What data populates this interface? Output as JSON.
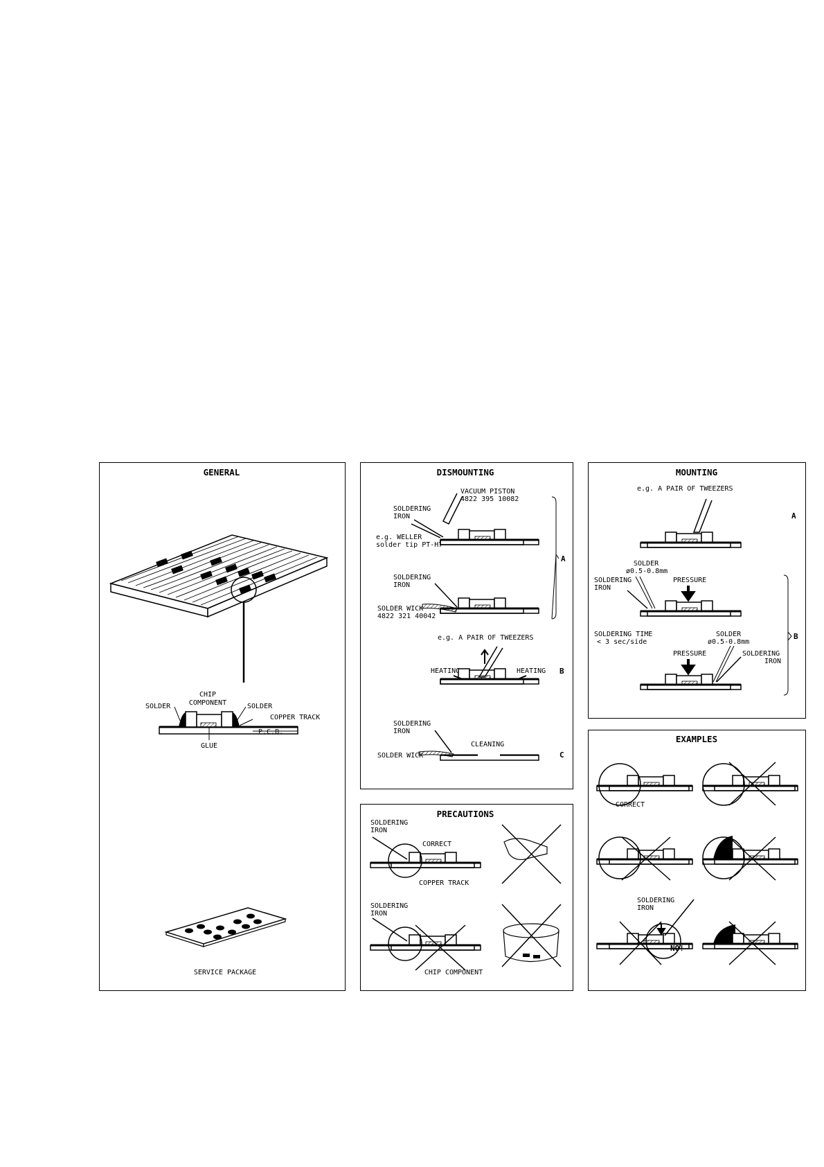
{
  "general": {
    "title": "GENERAL",
    "chip_component": [
      "CHIP",
      "COMPONENT"
    ],
    "solder_left": "SOLDER",
    "solder_right": "SOLDER",
    "copper_track": "COPPER TRACK",
    "pcb": "P.C.B.",
    "glue": "GLUE",
    "service_package": "SERVICE PACKAGE"
  },
  "dismounting": {
    "title": "DISMOUNTING",
    "vacuum_piston": [
      "VACUUM PISTON",
      "4822 395 10082"
    ],
    "soldering_iron_1": [
      "SOLDERING",
      "IRON"
    ],
    "weller": [
      "e.g. WELLER",
      "solder tip PT-H7"
    ],
    "soldering_iron_2": [
      "SOLDERING",
      "IRON"
    ],
    "solder_wick": [
      "SOLDER WICK",
      "4822 321 40042"
    ],
    "tweezers": "e.g. A PAIR OF TWEEZERS",
    "heating_left": "HEATING",
    "heating_right": "HEATING",
    "soldering_iron_3": [
      "SOLDERING",
      "IRON"
    ],
    "cleaning": "CLEANING",
    "solder_wick_2": "SOLDER WICK",
    "label_a": "A",
    "label_b": "B",
    "label_c": "C"
  },
  "precautions": {
    "title": "PRECAUTIONS",
    "soldering_iron_1": [
      "SOLDERING",
      "IRON"
    ],
    "correct": "CORRECT",
    "copper_track": "COPPER TRACK",
    "soldering_iron_2": [
      "SOLDERING",
      "IRON"
    ],
    "chip_component": "CHIP COMPONENT"
  },
  "mounting": {
    "title": "MOUNTING",
    "tweezers": "e.g. A PAIR OF TWEEZERS",
    "label_a": "A",
    "solder": [
      "SOLDER",
      "ø0.5-0.8mm"
    ],
    "soldering_iron_1": [
      "SOLDERING",
      "IRON"
    ],
    "pressure_1": "PRESSURE",
    "soldering_time": [
      "SOLDERING TIME",
      "< 3 sec/side"
    ],
    "solder_2": [
      "SOLDER",
      "ø0.5-0.8mm"
    ],
    "pressure_2": "PRESSURE",
    "soldering_iron_2": [
      "SOLDERING",
      "IRON"
    ],
    "label_b": "B"
  },
  "examples": {
    "title": "EXAMPLES",
    "correct": "CORRECT",
    "soldering_iron": [
      "SOLDERING",
      "IRON"
    ],
    "no": "NO!"
  }
}
